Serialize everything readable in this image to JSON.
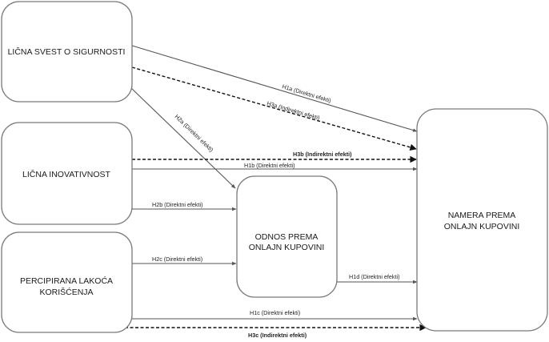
{
  "diagram": {
    "nodes": {
      "svest": {
        "lines": [
          "LIČNA SVEST O SIGURNOSTI"
        ]
      },
      "inovativnost": {
        "lines": [
          "LIČNA INOVATIVNOST"
        ]
      },
      "lakoca": {
        "lines": [
          "PERCIPIRANA LAKOĆA",
          "KORIŠĆENJA"
        ]
      },
      "odnos": {
        "lines": [
          "ODNOS PREMA",
          "ONLAJN KUPOVINI"
        ]
      },
      "namera": {
        "lines": [
          "NAMERA PREMA",
          "ONLAJN KUPOVINI"
        ]
      }
    },
    "edges": {
      "h1a": {
        "label": "H1a (Direktni efekti)",
        "from": "svest",
        "to": "namera",
        "style": "solid"
      },
      "h3a": {
        "label": "H3a (Indirektni efekti)",
        "from": "svest",
        "to": "namera",
        "style": "dashed"
      },
      "h2a": {
        "label": "H2a (Direktni efekti)",
        "from": "svest",
        "to": "odnos",
        "style": "solid"
      },
      "h3b": {
        "label": "H3b (Indirektni efekti)",
        "from": "inovativnost",
        "to": "namera",
        "style": "dashed"
      },
      "h1b": {
        "label": "H1b (Direktni efekti)",
        "from": "inovativnost",
        "to": "namera",
        "style": "solid"
      },
      "h2b": {
        "label": "H2b (Direktni efekti)",
        "from": "inovativnost",
        "to": "odnos",
        "style": "solid"
      },
      "h2c": {
        "label": "H2c (Direktni efekti)",
        "from": "lakoca",
        "to": "odnos",
        "style": "solid"
      },
      "h1d": {
        "label": "H1d (Direktni efekti)",
        "from": "odnos",
        "to": "namera",
        "style": "solid"
      },
      "h1c": {
        "label": "H1c (Direktni efekti)",
        "from": "lakoca",
        "to": "namera",
        "style": "solid"
      },
      "h3c": {
        "label": "H3c (Indirektni efekti)",
        "from": "lakoca",
        "to": "namera",
        "style": "dashed"
      }
    }
  }
}
